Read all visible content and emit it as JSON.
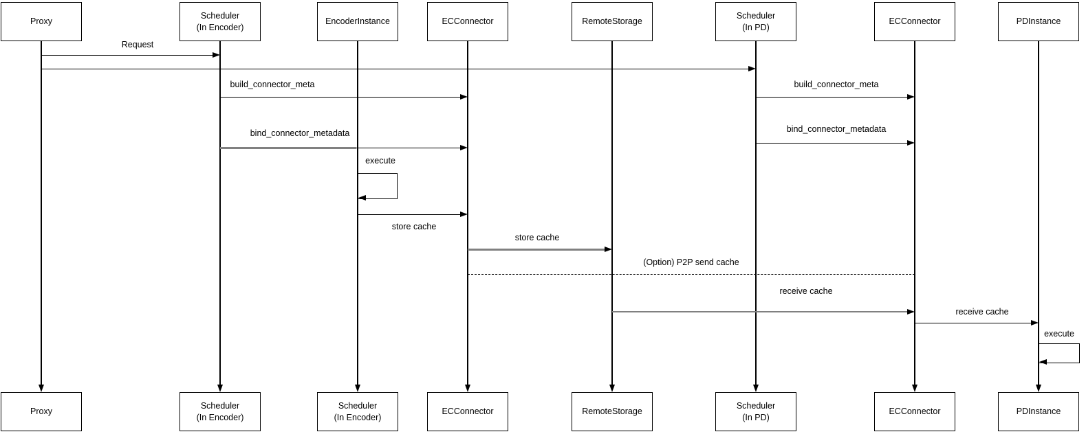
{
  "diagram": {
    "type": "sequence-diagram",
    "background": "#ffffff",
    "colors": {
      "line": "#000000",
      "muted_line": "#808080"
    },
    "actors": [
      {
        "id": "proxy",
        "label": "Proxy",
        "bottom_label": "Proxy"
      },
      {
        "id": "scheduler-encoder",
        "label": "Scheduler\n(In Encoder)",
        "bottom_label": "Scheduler\n(In Encoder)"
      },
      {
        "id": "encoder-instance",
        "label": "EncoderInstance",
        "bottom_label": "Scheduler\n(In Encoder)"
      },
      {
        "id": "ec-connector-encoder",
        "label": "ECConnector",
        "bottom_label": "ECConnector"
      },
      {
        "id": "remote-storage",
        "label": "RemoteStorage",
        "bottom_label": "RemoteStorage"
      },
      {
        "id": "scheduler-pd",
        "label": "Scheduler\n(In PD)",
        "bottom_label": "Scheduler\n(In PD)"
      },
      {
        "id": "ec-connector-pd",
        "label": "ECConnector",
        "bottom_label": "ECConnector"
      },
      {
        "id": "pd-instance",
        "label": "PDInstance",
        "bottom_label": "PDInstance"
      }
    ],
    "messages": [
      {
        "id": "request",
        "from": "proxy",
        "to": "scheduler-encoder",
        "label": "Request",
        "style": "solid"
      },
      {
        "id": "proxy-to-scheduler-pd",
        "from": "proxy",
        "to": "scheduler-pd",
        "label": "",
        "style": "solid"
      },
      {
        "id": "build-connector-meta-encoder",
        "from": "scheduler-encoder",
        "to": "ec-connector-encoder",
        "label": "build_connector_meta",
        "style": "solid"
      },
      {
        "id": "build-connector-meta-pd",
        "from": "scheduler-pd",
        "to": "ec-connector-pd",
        "label": "build_connector_meta",
        "style": "solid"
      },
      {
        "id": "bind-connector-metadata-encoder",
        "from": "scheduler-encoder",
        "to": "ec-connector-encoder",
        "label": "bind_connector_metadata",
        "style": "solid-gray"
      },
      {
        "id": "bind-connector-metadata-pd",
        "from": "scheduler-pd",
        "to": "ec-connector-pd",
        "label": "bind_connector_metadata",
        "style": "solid"
      },
      {
        "id": "execute-encoder",
        "from": "encoder-instance",
        "to": "encoder-instance",
        "label": "execute",
        "style": "self-loop"
      },
      {
        "id": "store-cache-encoder",
        "from": "encoder-instance",
        "to": "ec-connector-encoder",
        "label": "store cache",
        "style": "solid"
      },
      {
        "id": "store-cache-remote",
        "from": "ec-connector-encoder",
        "to": "remote-storage",
        "label": "store cache",
        "style": "solid-gray"
      },
      {
        "id": "p2p-send-cache",
        "from": "ec-connector-encoder",
        "to": "ec-connector-pd",
        "label": "(Option) P2P send cache",
        "style": "dashed"
      },
      {
        "id": "receive-cache-ec",
        "from": "remote-storage",
        "to": "ec-connector-pd",
        "label": "receive cache",
        "style": "solid-gray"
      },
      {
        "id": "receive-cache-pd",
        "from": "ec-connector-pd",
        "to": "pd-instance",
        "label": "receive cache",
        "style": "solid"
      },
      {
        "id": "execute-pd",
        "from": "pd-instance",
        "to": "pd-instance",
        "label": "execute",
        "style": "self-loop"
      }
    ]
  }
}
